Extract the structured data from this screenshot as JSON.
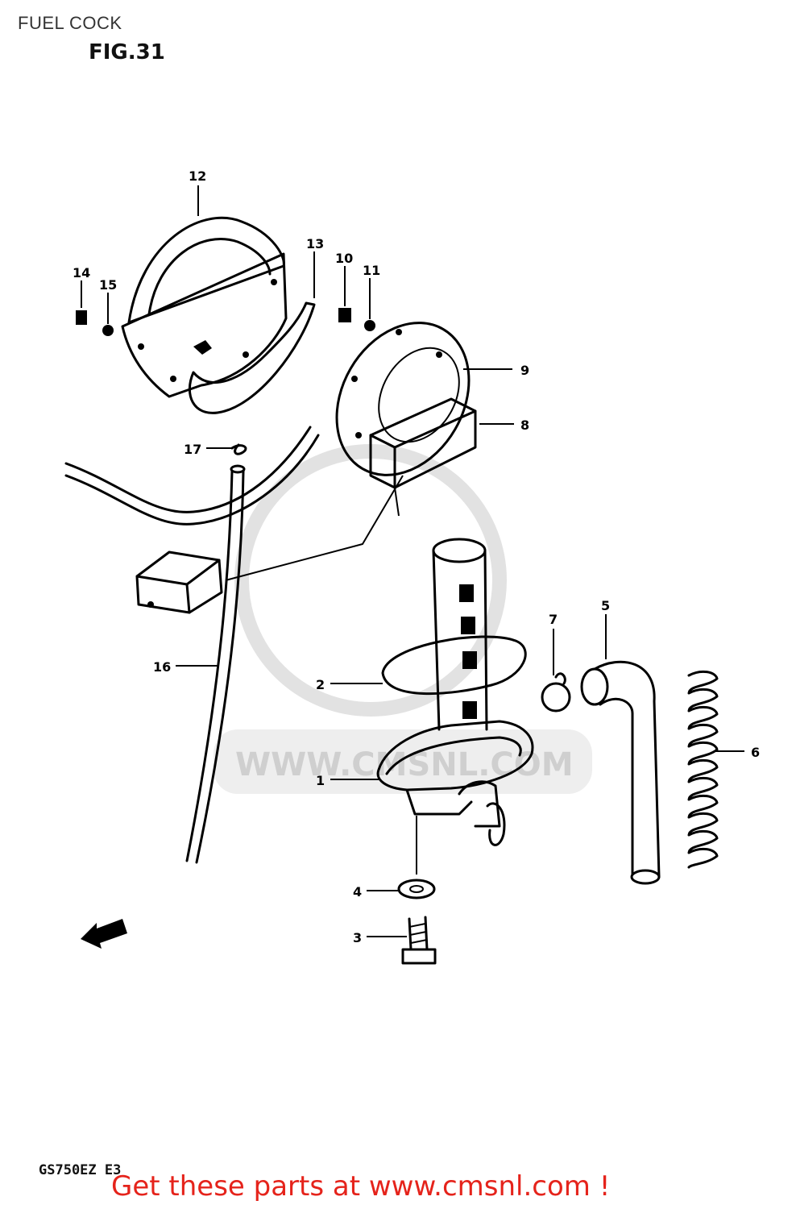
{
  "header": {
    "title": "FUEL COCK"
  },
  "figure": {
    "label": "FIG.31"
  },
  "watermark": {
    "text": "WWW.CMSNL.COM"
  },
  "callouts": [
    "1",
    "2",
    "3",
    "4",
    "5",
    "6",
    "7",
    "8",
    "9",
    "10",
    "11",
    "12",
    "13",
    "14",
    "15",
    "16",
    "17"
  ],
  "model": {
    "code": "GS750EZ  E3"
  },
  "footer": {
    "link_text": "Get these parts at www.cmsnl.com !"
  },
  "colors": {
    "link": "#e5231b",
    "line": "#000000",
    "watermark": "#cfcfcf"
  }
}
